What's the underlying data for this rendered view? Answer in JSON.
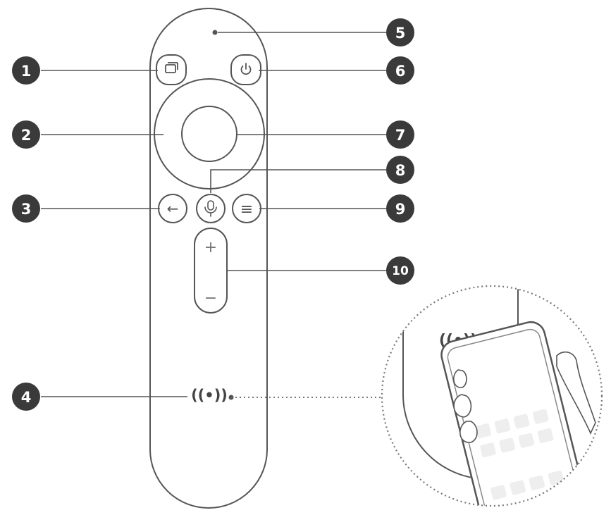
{
  "callouts": [
    {
      "number": "1",
      "target": "input-source-button"
    },
    {
      "number": "2",
      "target": "navigation-ring"
    },
    {
      "number": "3",
      "target": "back-button"
    },
    {
      "number": "4",
      "target": "nfc-area"
    },
    {
      "number": "5",
      "target": "indicator-light"
    },
    {
      "number": "6",
      "target": "power-button"
    },
    {
      "number": "7",
      "target": "ok-button"
    },
    {
      "number": "8",
      "target": "voice-button"
    },
    {
      "number": "9",
      "target": "menu-button"
    },
    {
      "number": "10",
      "target": "volume-rocker"
    }
  ],
  "buttons": {
    "back_glyph": "←",
    "menu_glyph": "≡",
    "volume_plus": "+",
    "volume_minus": "−",
    "nfc_glyph": "((•))"
  },
  "icons": {
    "input": "input-source-icon",
    "power": "power-icon",
    "voice": "microphone-icon",
    "nfc": "nfc-icon"
  },
  "colors": {
    "outline": "#555555",
    "badge": "#3a3a3a",
    "badge_text": "#ffffff",
    "dotted": "#777777"
  }
}
